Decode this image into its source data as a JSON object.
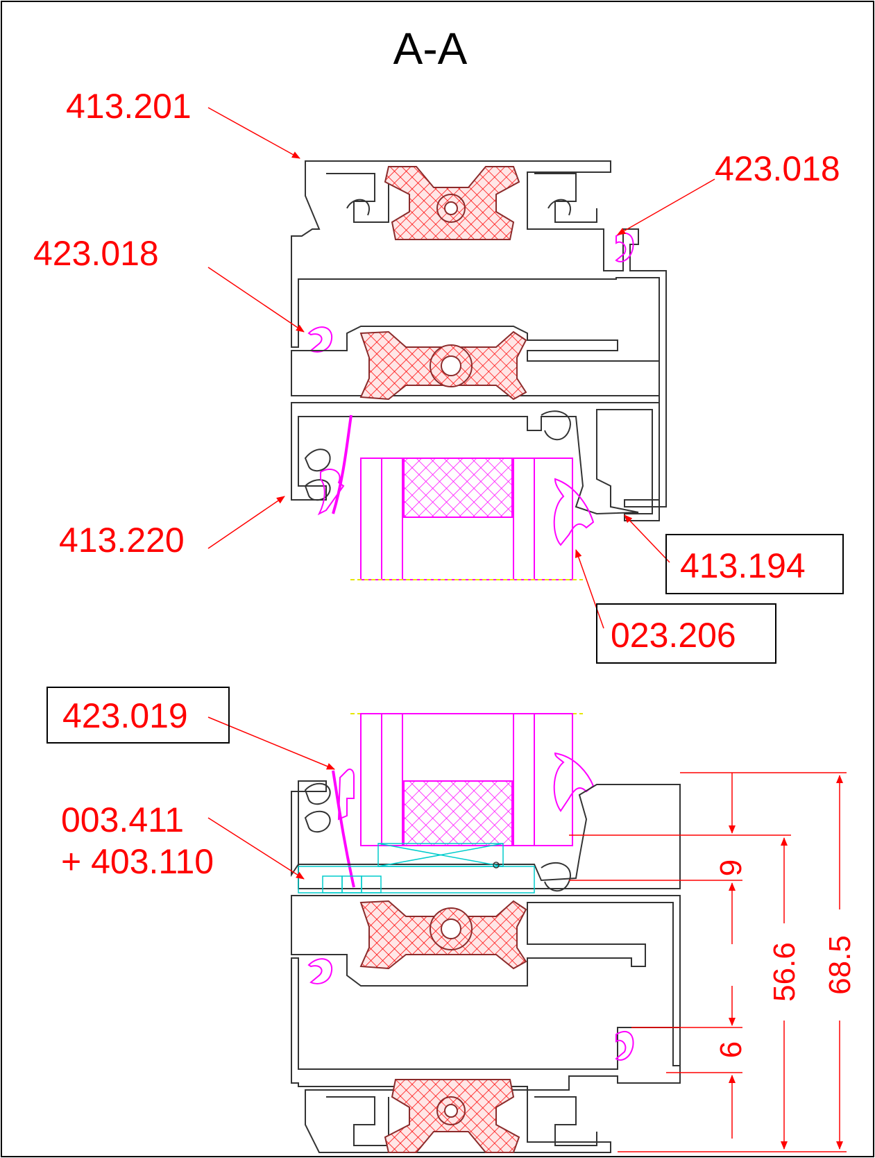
{
  "title": "A-A",
  "labels": {
    "top_left_profile": "413.201",
    "top_right_gasket": "423.018",
    "left_gasket": "423.018",
    "sash_profile": "413.220",
    "bead_profile": "413.194",
    "glazing_gasket": "023.206",
    "lower_gasket": "423.019",
    "block_line1": "003.411",
    "block_line2": "+ 403.110"
  },
  "dimensions": {
    "d1": "9",
    "d2": "56.6",
    "d3": "68.5",
    "d4": "6"
  },
  "colors": {
    "annotation": "#ff0000",
    "gasket": "#ff00ff",
    "profile": "#333333",
    "thermal_break_hatch": "#ff0000",
    "glass_hatch": "#ff00ff",
    "block": "#00cccc"
  }
}
